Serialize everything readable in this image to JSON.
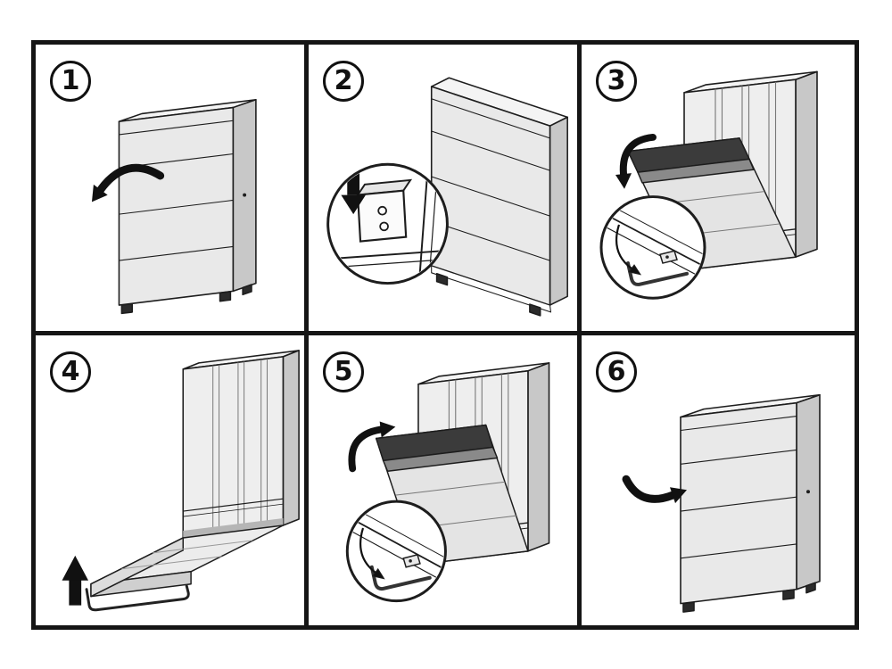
{
  "figure": {
    "type": "instruction-diagram",
    "subject": "wall-bed opening and closing steps",
    "grid": {
      "rows": 2,
      "columns": 3
    }
  },
  "colors": {
    "background": "#ffffff",
    "line": "#1d1d1d",
    "panel_border": "#151515",
    "cabinet_front": "#e9e9e9",
    "cabinet_side": "#c8c8c8",
    "cabinet_top": "#f4f4f4",
    "mattress_band": "#3b3b3b",
    "arrow": "#111111"
  },
  "panels": [
    {
      "step": "1",
      "icons": [
        "closed-cabinet",
        "open-direction-arrow"
      ]
    },
    {
      "step": "2",
      "icons": [
        "tilted-cabinet",
        "detail-circle",
        "wall-bracket",
        "down-arrow"
      ]
    },
    {
      "step": "3",
      "icons": [
        "half-open-bed",
        "rotate-down-arrow",
        "detail-circle",
        "leg-rotation-arrow"
      ]
    },
    {
      "step": "4",
      "icons": [
        "open-bed",
        "fold-out-leg",
        "up-arrow"
      ]
    },
    {
      "step": "5",
      "icons": [
        "half-open-bed",
        "rotate-up-arrow",
        "detail-circle",
        "leg-rotation-arrow"
      ]
    },
    {
      "step": "6",
      "icons": [
        "closed-cabinet",
        "close-direction-arrow"
      ]
    }
  ]
}
